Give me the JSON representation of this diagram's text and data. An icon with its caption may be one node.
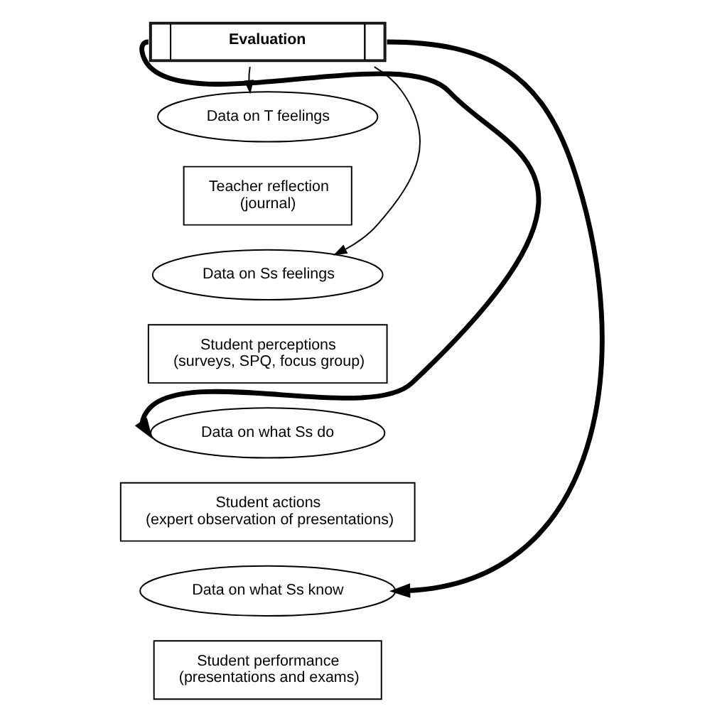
{
  "diagram": {
    "nodes": [
      {
        "text": [
          "Evaluation"
        ]
      },
      {
        "text": [
          "Data on T feelings"
        ]
      },
      {
        "text": [
          "Teacher reflection (journal)"
        ]
      },
      {
        "text": [
          "Data on Ss feelings"
        ]
      },
      {
        "text": [
          "Student perceptions (surveys, SPQ, focus group)"
        ]
      },
      {
        "text": [
          "Data on what Ss do"
        ]
      },
      {
        "text": [
          "Student actions (expert observation of presentations)"
        ]
      },
      {
        "text": [
          "Data on what Ss know"
        ]
      },
      {
        "text": [
          "Student performance (presentations and exams)"
        ]
      }
    ],
    "edges": [
      {
        "from": 0,
        "to": 1,
        "arrow": "to"
      },
      {
        "from": 0,
        "to": 3,
        "arrow": "to"
      },
      {
        "from": 0,
        "to": 5,
        "arrow": "to",
        "style": "thick"
      },
      {
        "from": 0,
        "to": 7,
        "arrow": "to",
        "style": "thick"
      }
    ]
  }
}
